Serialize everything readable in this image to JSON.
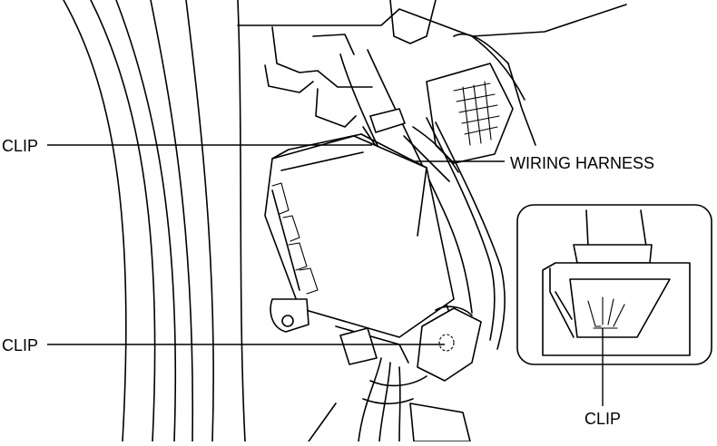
{
  "labels": {
    "clip_top": "CLIP",
    "wiring_harness": "WIRING HARNESS",
    "clip_bottom": "CLIP",
    "clip_detail": "CLIP"
  }
}
